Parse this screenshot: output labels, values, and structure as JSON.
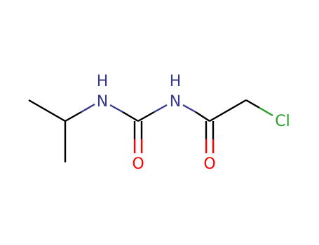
{
  "molecule": {
    "colors": {
      "carbon": "#000000",
      "nitrogen": "#3a3a8c",
      "oxygen": "#ff0000",
      "chlorine": "#2aa02a"
    },
    "atoms": {
      "n1_h": "H",
      "n1": "N",
      "n2_h": "H",
      "n2": "N",
      "o1": "O",
      "o2": "O",
      "cl": "Cl"
    }
  }
}
